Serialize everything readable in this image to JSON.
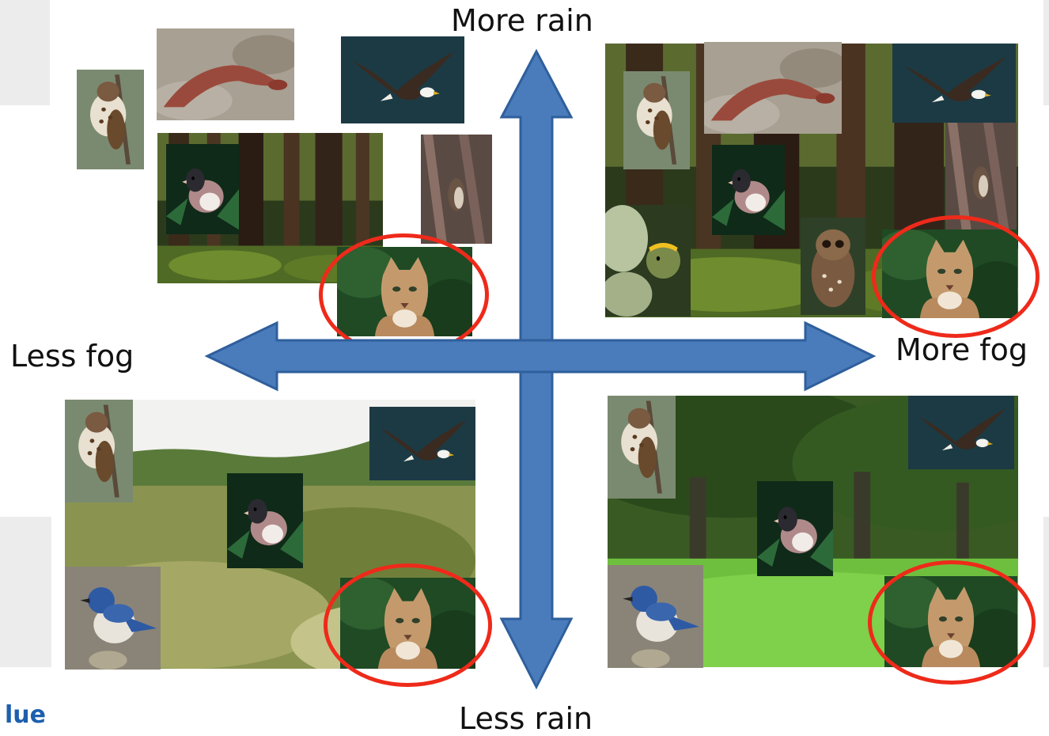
{
  "axes": {
    "top_label": "More rain",
    "bottom_label": "Less rain",
    "left_label": "Less fog",
    "right_label": "More fog"
  },
  "logo_fragment": "lue",
  "colors": {
    "arrow_fill": "#4a7cbc",
    "arrow_stroke": "#2f5f9c",
    "highlight_ring": "#ee2a1a"
  },
  "quadrants": [
    {
      "id": "more-rain-less-fog",
      "habitat": "redwood-forest",
      "animals": [
        "song-sparrow",
        "salamander",
        "bald-eagle",
        "dark-eyed-junco",
        "brown-creeper",
        "mountain-lion"
      ]
    },
    {
      "id": "more-rain-more-fog",
      "habitat": "redwood-forest",
      "animals": [
        "song-sparrow",
        "salamander",
        "bald-eagle",
        "dark-eyed-junco",
        "brown-creeper",
        "golden-crowned-kinglet",
        "spotted-owl",
        "mountain-lion"
      ]
    },
    {
      "id": "less-rain-less-fog",
      "habitat": "coastal-scrub",
      "animals": [
        "song-sparrow",
        "bald-eagle",
        "dark-eyed-junco",
        "scrub-jay",
        "mountain-lion"
      ]
    },
    {
      "id": "less-rain-more-fog",
      "habitat": "oak-woodland",
      "animals": [
        "song-sparrow",
        "bald-eagle",
        "dark-eyed-junco",
        "scrub-jay",
        "mountain-lion"
      ]
    }
  ]
}
